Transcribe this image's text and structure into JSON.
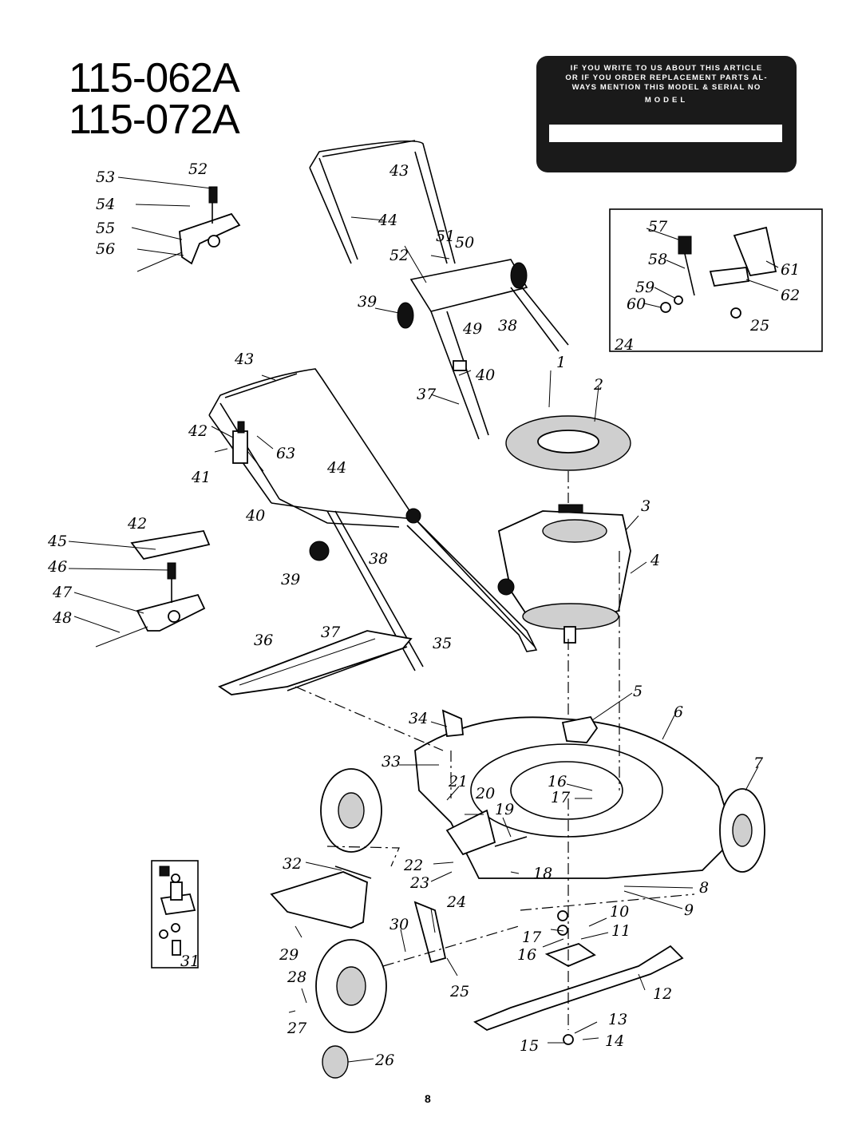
{
  "models": [
    "115-062A",
    "115-072A"
  ],
  "notice": {
    "lines": [
      "IF YOU WRITE TO US ABOUT THIS ARTICLE",
      "OR IF YOU ORDER REPLACEMENT PARTS AL-",
      "WAYS MENTION THIS MODEL & SERIAL NO"
    ],
    "model_label": "MODEL"
  },
  "page_number": "8",
  "callouts": [
    "1",
    "2",
    "3",
    "4",
    "5",
    "6",
    "7",
    "8",
    "9",
    "10",
    "11",
    "12",
    "13",
    "14",
    "15",
    "16",
    "17",
    "18",
    "19",
    "20",
    "21",
    "22",
    "23",
    "24",
    "25",
    "26",
    "27",
    "28",
    "29",
    "30",
    "31",
    "32",
    "33",
    "34",
    "35",
    "36",
    "37",
    "38",
    "39",
    "40",
    "41",
    "42",
    "43",
    "44",
    "45",
    "46",
    "47",
    "48",
    "49",
    "50",
    "51",
    "52",
    "53",
    "54",
    "55",
    "56",
    "57",
    "58",
    "59",
    "60",
    "61",
    "62",
    "63"
  ]
}
